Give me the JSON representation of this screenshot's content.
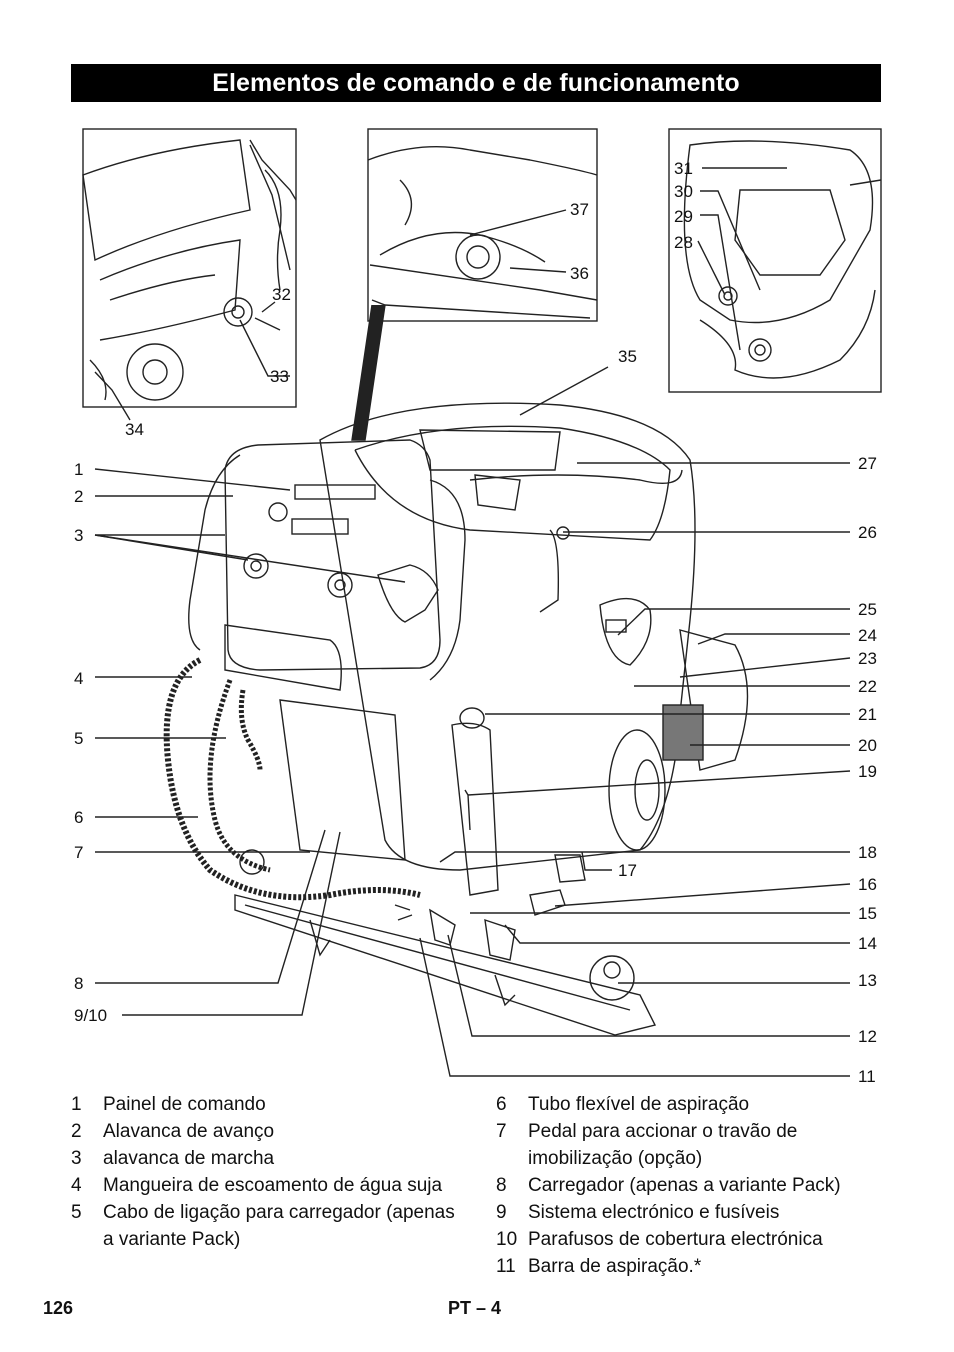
{
  "title": "Elementos de comando e de funcionamento",
  "callouts": {
    "c1": "1",
    "c2": "2",
    "c3": "3",
    "c4": "4",
    "c5": "5",
    "c6": "6",
    "c7": "7",
    "c8": "8",
    "c9_10": "9/10",
    "c11": "11",
    "c12": "12",
    "c13": "13",
    "c14": "14",
    "c15": "15",
    "c16": "16",
    "c17": "17",
    "c18": "18",
    "c19": "19",
    "c20": "20",
    "c21": "21",
    "c22": "22",
    "c23": "23",
    "c24": "24",
    "c25": "25",
    "c26": "26",
    "c27": "27",
    "c28": "28",
    "c29": "29",
    "c30": "30",
    "c31": "31",
    "c32": "32",
    "c33": "33",
    "c34": "34",
    "c35": "35",
    "c36": "36",
    "c37": "37"
  },
  "legend_left": [
    {
      "num": "1",
      "text": "Painel de comando"
    },
    {
      "num": "2",
      "text": "Alavanca de avanço"
    },
    {
      "num": "3",
      "text": "alavanca de marcha"
    },
    {
      "num": "4",
      "text": "Mangueira de escoamento de água suja"
    },
    {
      "num": "5",
      "text": "Cabo de ligação para carregador (apenas a variante Pack)"
    }
  ],
  "legend_right": [
    {
      "num": "6",
      "text": "Tubo flexível de aspiração"
    },
    {
      "num": "7",
      "text": "Pedal para accionar o travão de imobilização (opção)"
    },
    {
      "num": "8",
      "text": "Carregador (apenas a variante Pack)"
    },
    {
      "num": "9",
      "text": "Sistema electrónico e fusíveis"
    },
    {
      "num": "10",
      "text": "Parafusos de cobertura electrónica"
    },
    {
      "num": "11",
      "text": "Barra de aspiração.*"
    }
  ],
  "footer": {
    "page_number": "126",
    "lang_page": "PT – 4"
  }
}
